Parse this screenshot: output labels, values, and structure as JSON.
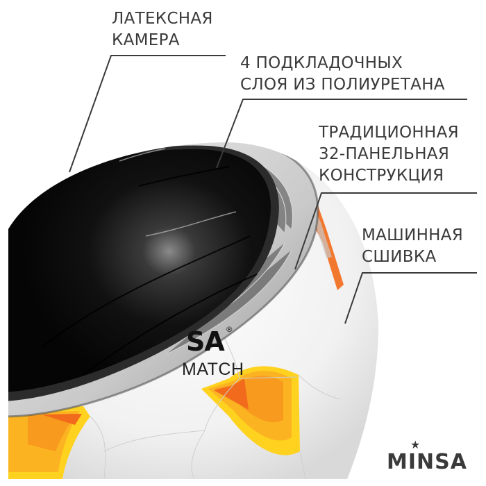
{
  "callouts": [
    {
      "id": "latex-bladder",
      "lines": [
        "ЛАТЕКСНАЯ",
        "КАМЕРА"
      ]
    },
    {
      "id": "pu-layers",
      "lines": [
        "4 ПОДКЛАДОЧНЫХ",
        "СЛОЯ ИЗ ПОЛИУРЕТАНА"
      ]
    },
    {
      "id": "panel-construction",
      "lines": [
        "ТРАДИЦИОННАЯ",
        "32-ПАНЕЛЬНАЯ",
        "КОНСТРУКЦИЯ"
      ]
    },
    {
      "id": "machine-stitching",
      "lines": [
        "МАШИННАЯ",
        "СШИВКА"
      ]
    }
  ],
  "ball_print": {
    "brand_partial": "SA",
    "registered_mark": "®",
    "model": "MATCH"
  },
  "brand_logo": {
    "text": "MINSA",
    "star": "★"
  },
  "colors": {
    "text": "#3a3a3a",
    "line": "#3a3a3a",
    "bladder": "#0d0d0d",
    "layer": "#cfcfcf",
    "panel_white": "#f6f6f6",
    "accent_orange": "#f26a1b",
    "accent_amber": "#f8a21c",
    "accent_yellow": "#ffd21f"
  }
}
